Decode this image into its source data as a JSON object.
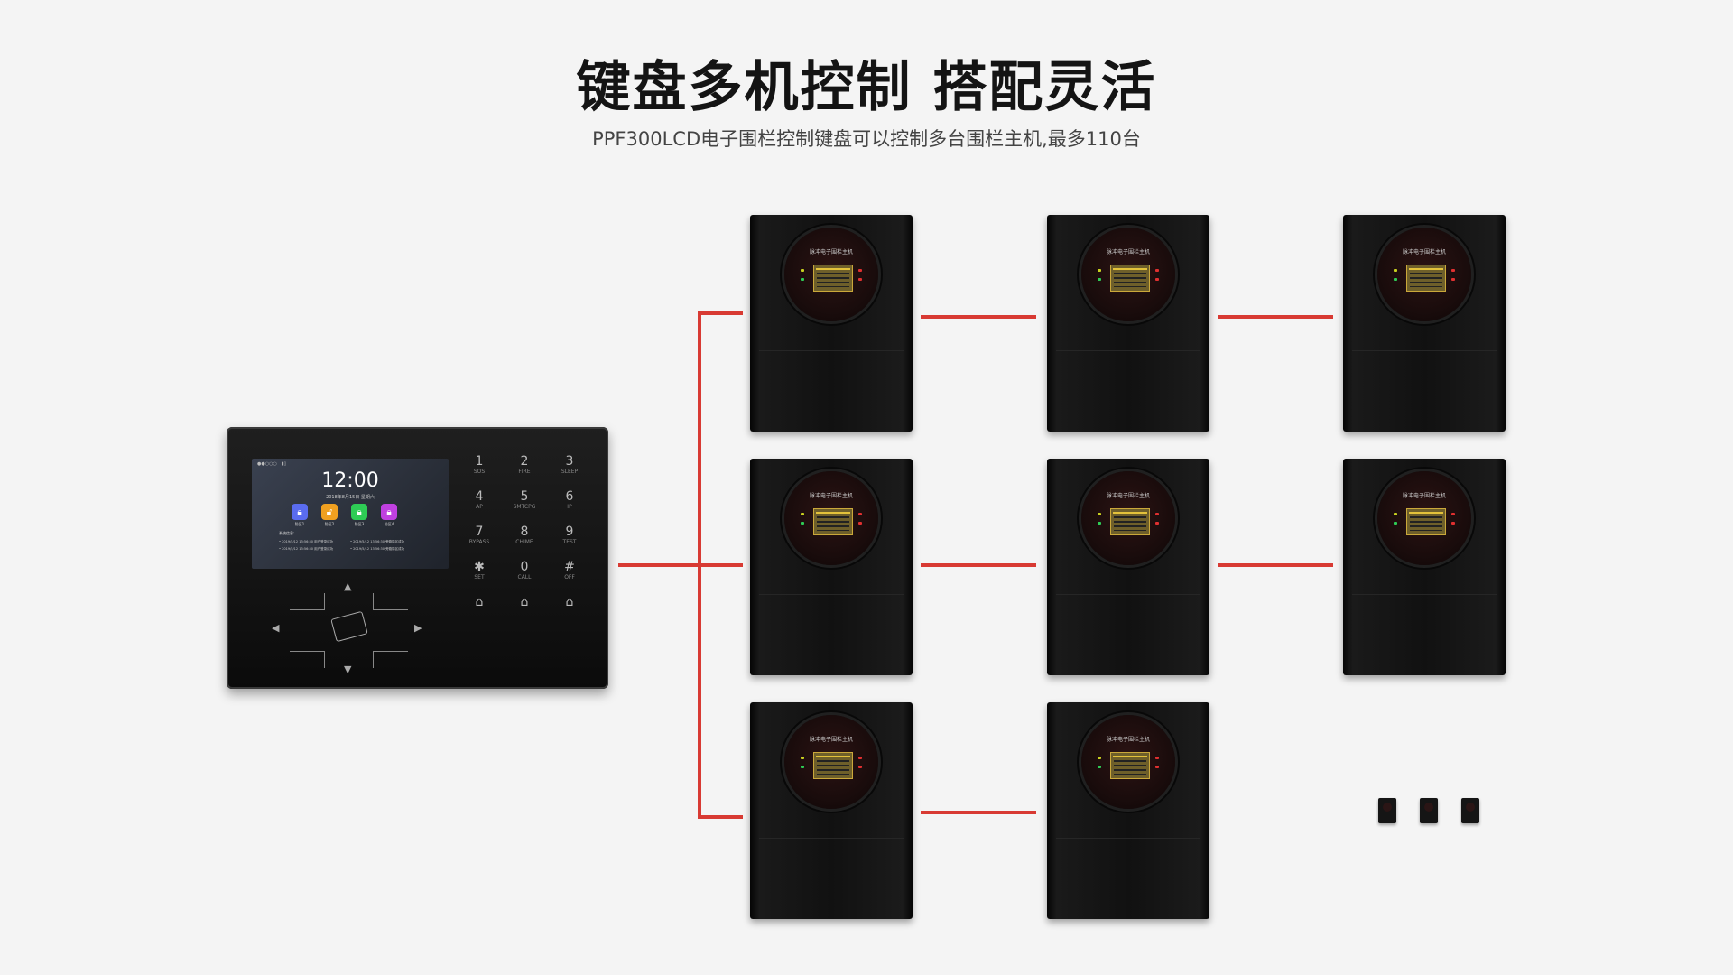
{
  "header": {
    "title": "键盘多机控制 搭配灵活",
    "subtitle": "PPF300LCD电子围栏控制键盘可以控制多台围栏主机,最多110台"
  },
  "keypad": {
    "time": "12:00",
    "date": "2018年8月15日 星期六",
    "apps": [
      {
        "label": "防区1",
        "color": "#5a6cf0"
      },
      {
        "label": "防区2",
        "color": "#f0a020"
      },
      {
        "label": "防区3",
        "color": "#2ecc55"
      },
      {
        "label": "防区4",
        "color": "#c040e0"
      }
    ],
    "log_title": "系统信息:",
    "log": [
      "• 2019/5/12 13:56:30 用户登录成功",
      "• 2019/5/12 13:56:30 旁路防区成功",
      "• 2019/5/12 13:56:30 用户登录成功",
      "• 2019/5/12 13:56:30 旁路防区成功"
    ],
    "keys": [
      {
        "digit": "1",
        "sub": "SOS"
      },
      {
        "digit": "2",
        "sub": "FIRE"
      },
      {
        "digit": "3",
        "sub": "SLEEP"
      },
      {
        "digit": "4",
        "sub": "AP"
      },
      {
        "digit": "5",
        "sub": "SMTCPG"
      },
      {
        "digit": "6",
        "sub": "IP"
      },
      {
        "digit": "7",
        "sub": "BYPASS"
      },
      {
        "digit": "8",
        "sub": "CHIME"
      },
      {
        "digit": "9",
        "sub": "TEST"
      },
      {
        "digit": "✱",
        "sub": "SET"
      },
      {
        "digit": "0",
        "sub": "CALL"
      },
      {
        "digit": "#",
        "sub": "OFF"
      },
      {
        "digit": "⌂",
        "sub": ""
      },
      {
        "digit": "⌂",
        "sub": ""
      },
      {
        "digit": "⌂",
        "sub": ""
      }
    ]
  },
  "host": {
    "panel_title": "脉冲电子围栏主机"
  },
  "colors": {
    "connector": "#d83a33",
    "background": "#f4f4f4"
  }
}
